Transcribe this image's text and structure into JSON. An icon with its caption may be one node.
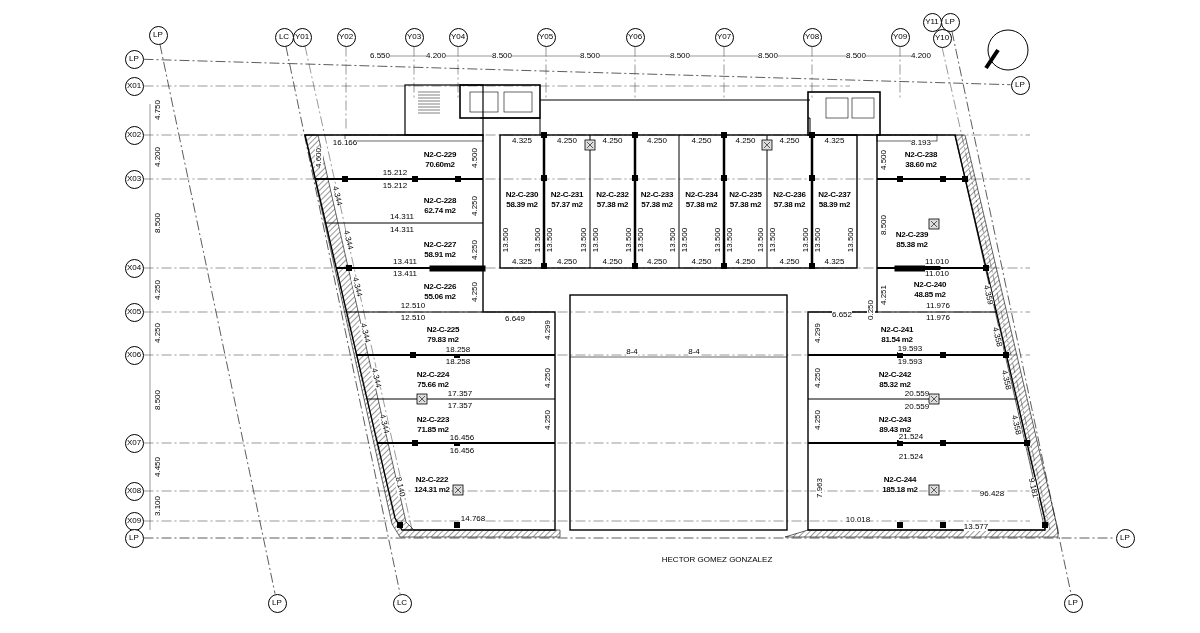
{
  "diagram": {
    "nodes": [
      {
        "text": [
          "LP"
        ]
      },
      {
        "text": [
          "LC"
        ]
      },
      {
        "text": [
          "Y01"
        ]
      },
      {
        "text": [
          "Y02"
        ]
      },
      {
        "text": [
          "Y03"
        ]
      },
      {
        "text": [
          "Y04"
        ]
      },
      {
        "text": [
          "Y05"
        ]
      },
      {
        "text": [
          "Y06"
        ]
      },
      {
        "text": [
          "Y07"
        ]
      },
      {
        "text": [
          "Y08"
        ]
      },
      {
        "text": [
          "Y09"
        ]
      },
      {
        "text": [
          "Y11"
        ]
      },
      {
        "text": [
          "LP"
        ]
      },
      {
        "text": [
          "Y10"
        ]
      },
      {
        "text": [
          "LP"
        ]
      },
      {
        "text": [
          "X01"
        ]
      },
      {
        "text": [
          "X02"
        ]
      },
      {
        "text": [
          "X03"
        ]
      },
      {
        "text": [
          "X04"
        ]
      },
      {
        "text": [
          "X05"
        ]
      },
      {
        "text": [
          "X06"
        ]
      },
      {
        "text": [
          "X07"
        ]
      },
      {
        "text": [
          "X08"
        ]
      },
      {
        "text": [
          "X09"
        ]
      },
      {
        "text": [
          "LP"
        ]
      },
      {
        "text": [
          "LP"
        ]
      },
      {
        "text": [
          "LP"
        ]
      },
      {
        "text": [
          "LP"
        ]
      },
      {
        "text": [
          "LC"
        ]
      },
      {
        "text": [
          "LP"
        ]
      },
      {
        "text": [
          "N2-C-229",
          "70.60m2"
        ]
      },
      {
        "text": [
          "N2-C-228",
          "62.74 m2"
        ]
      },
      {
        "text": [
          "N2-C-227",
          "58.91 m2"
        ]
      },
      {
        "text": [
          "N2-C-226",
          "55.06 m2"
        ]
      },
      {
        "text": [
          "N2-C-225",
          "79.83 m2"
        ]
      },
      {
        "text": [
          "N2-C-224",
          "75.66 m2"
        ]
      },
      {
        "text": [
          "N2-C-223",
          "71.85 m2"
        ]
      },
      {
        "text": [
          "N2-C-222",
          "124.31 m2"
        ]
      },
      {
        "text": [
          "N2-C-230",
          "58.39 m2"
        ]
      },
      {
        "text": [
          "N2-C-231",
          "57.37 m2"
        ]
      },
      {
        "text": [
          "N2-C-232",
          "57.38 m2"
        ]
      },
      {
        "text": [
          "N2-C-233",
          "57.38 m2"
        ]
      },
      {
        "text": [
          "N2-C-234",
          "57.38 m2"
        ]
      },
      {
        "text": [
          "N2-C-235",
          "57.38 m2"
        ]
      },
      {
        "text": [
          "N2-C-236",
          "57.38 m2"
        ]
      },
      {
        "text": [
          "N2-C-237",
          "58.39 m2"
        ]
      },
      {
        "text": [
          "N2-C-238",
          "38.60 m2"
        ]
      },
      {
        "text": [
          "N2-C-239",
          "85.38 m2"
        ]
      },
      {
        "text": [
          "N2-C-240",
          "48.85 m2"
        ]
      },
      {
        "text": [
          "N2-C-241",
          "81.54 m2"
        ]
      },
      {
        "text": [
          "N2-C-242",
          "85.32 m2"
        ]
      },
      {
        "text": [
          "N2-C-243",
          "89.43 m2"
        ]
      },
      {
        "text": [
          "N2-C-244",
          "185.18 m2"
        ]
      }
    ],
    "edges": [
      {
        "from": 0,
        "to": 27,
        "arrow": "none",
        "style": "dashed"
      },
      {
        "from": 1,
        "to": 28,
        "arrow": "none",
        "style": "dashed"
      },
      {
        "from": 14,
        "to": 25,
        "arrow": "none",
        "style": "dashed"
      },
      {
        "from": 12,
        "to": 29,
        "arrow": "none",
        "style": "dashed"
      },
      {
        "from": 24,
        "to": 26,
        "arrow": "none",
        "style": "dashed"
      }
    ],
    "labels": [
      "6.550",
      "4.200",
      "8.500",
      "8.500",
      "8.500",
      "8.500",
      "8.500",
      "4.200",
      "4.750",
      "4.200",
      "8.500",
      "4.250",
      "4.250",
      "8.500",
      "4.450",
      "3.100",
      "16.166",
      "4.600",
      "4.500",
      "15.212",
      "15.212",
      "4.344",
      "4.250",
      "14.311",
      "14.311",
      "4.344",
      "4.250",
      "13.411",
      "13.411",
      "4.344",
      "4.250",
      "12.510",
      "12.510",
      "6.649",
      "4.344",
      "4.299",
      "18.258",
      "18.258",
      "4.344",
      "4.250",
      "17.357",
      "17.357",
      "4.344",
      "4.250",
      "16.456",
      "16.456",
      "8.140",
      "14.768",
      "4.325",
      "4.250",
      "4.250",
      "4.250",
      "4.250",
      "4.250",
      "4.250",
      "4.325",
      "13.500",
      "13.500",
      "13.500",
      "13.500",
      "13.500",
      "13.500",
      "13.500",
      "13.500",
      "13.500",
      "13.500",
      "13.500",
      "13.500",
      "13.500",
      "13.500",
      "13.500",
      "13.500",
      "4.325",
      "4.250",
      "4.250",
      "4.250",
      "4.250",
      "4.250",
      "4.250",
      "4.325",
      "8.193",
      "4.500",
      "8.500",
      "11.010",
      "11.010",
      "4.251",
      "4.359",
      "0.250",
      "11.976",
      "11.976",
      "6.652",
      "4.299",
      "4.358",
      "19.593",
      "19.593",
      "4.250",
      "4.358",
      "20.559",
      "20.559",
      "4.250",
      "4.358",
      "21.524",
      "21.524",
      "7.963",
      "96.428",
      "9.181",
      "10.018",
      "13.577",
      "8-4",
      "8-4",
      "HECTOR GOMEZ GONZALEZ"
    ]
  }
}
